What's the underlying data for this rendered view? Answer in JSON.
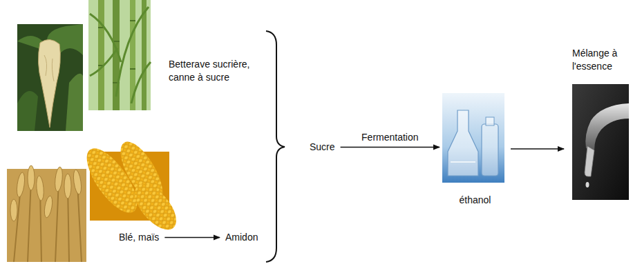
{
  "diagram": {
    "nodes": [
      {
        "text": [
          "Betterave sucrière, canne à sucre"
        ]
      },
      {
        "text": [
          "Blé, maïs"
        ]
      },
      {
        "text": [
          "Amidon"
        ]
      },
      {
        "text": [
          "Sucre"
        ]
      },
      {
        "text": [
          "éthanol"
        ]
      },
      {
        "text": [
          "Mélange à l'essence"
        ]
      }
    ],
    "edges": [
      {
        "from": 1,
        "to": 2,
        "arrow": "to"
      },
      {
        "from": 3,
        "to": 4,
        "label": "Fermentation",
        "arrow": "to"
      },
      {
        "from": 4,
        "to": 5,
        "arrow": "to"
      }
    ]
  }
}
